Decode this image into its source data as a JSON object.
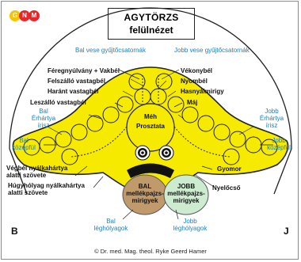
{
  "logo": {
    "letters": [
      "G",
      "N",
      "M"
    ],
    "colors": [
      "#f5c400",
      "#e6282d",
      "#e6282d"
    ]
  },
  "title": {
    "line1": "AGYTÖRZS",
    "line2": "felülnézet"
  },
  "colors": {
    "accent_blue": "#1f7fbf",
    "yellow": "#f5ea00",
    "brown": "#c09a6b",
    "green": "#cdeccf"
  },
  "labels": {
    "bal_vese": "Bal vese gyűjtőcsatornák",
    "jobb_vese": "Jobb vese gyűjtőcsatornák",
    "feregnyulvany": "Féregnyúlvány + Vakbél",
    "vekonybel": "Vékonybél",
    "felszallo": "Felszálló vastagbél",
    "nyombel": "Nyombél",
    "harant": "Haránt vastagbél",
    "hasnyalmirigy": "Hasnyálmirigy",
    "leszallo": "Leszálló vastagbél",
    "maj": "Máj",
    "bal_erhartya": "Bal\nÉrhártya\nírisz",
    "jobb_erhartya": "Jobb\nÉrhártya\nírisz",
    "meh": "Méh",
    "prosztata": "Prosztata",
    "bal_kozepful": "Bal\nközépfül",
    "jobb_kozepful": "Jobb\nközépfül",
    "vegbel": "Végbél nyálkahártya\nalatti szövete",
    "hugyholyag": "Húgyhólyag nyálkahártya\nalatti szövete",
    "gyomor": "Gyomor",
    "nyelocso": "Nyelőcső",
    "bal_mellekpajzs": "BAL\nmellékpajzs-\nmirigyek",
    "jobb_mellekpajzs": "JOBB\nmellékpajzs-\nmirigyek",
    "bal_legholyagok": "Bal\nléghólyagok",
    "jobb_legholyagok": "Jobb\nléghólyagok",
    "side_b": "B",
    "side_j": "J"
  },
  "copyright": "© Dr. med. Mag. theol. Ryke Geerd Hamer"
}
